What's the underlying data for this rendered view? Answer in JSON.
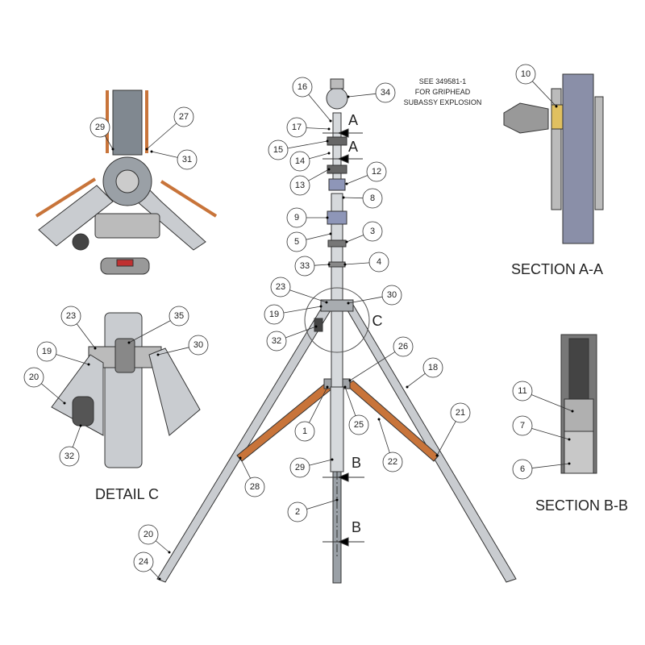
{
  "note": {
    "lines": [
      "SEE 349581-1",
      "FOR GRIPHEAD",
      "SUBASSY EXPLOSION"
    ]
  },
  "section_labels": {
    "section_aa": "SECTION A-A",
    "detail_c": "DETAIL C",
    "section_bb": "SECTION B-B"
  },
  "cut_letters": {
    "a1": "A",
    "a2": "A",
    "b1": "B",
    "b2": "B",
    "c": "C"
  },
  "callouts": [
    "16",
    "34",
    "17",
    "15",
    "14",
    "13",
    "12",
    "8",
    "9",
    "5",
    "3",
    "33",
    "4",
    "23",
    "30",
    "19",
    "32",
    "26",
    "18",
    "1",
    "25",
    "21",
    "29",
    "22",
    "28",
    "2",
    "20",
    "24",
    "29",
    "27",
    "31",
    "23",
    "35",
    "19",
    "30",
    "20",
    "32",
    "10",
    "11",
    "7",
    "6"
  ],
  "colors": {
    "wood": "#c8743a",
    "metal": "#c9ccd0",
    "dark": "#555a60",
    "line": "#333333",
    "brass": "#e0c060"
  }
}
